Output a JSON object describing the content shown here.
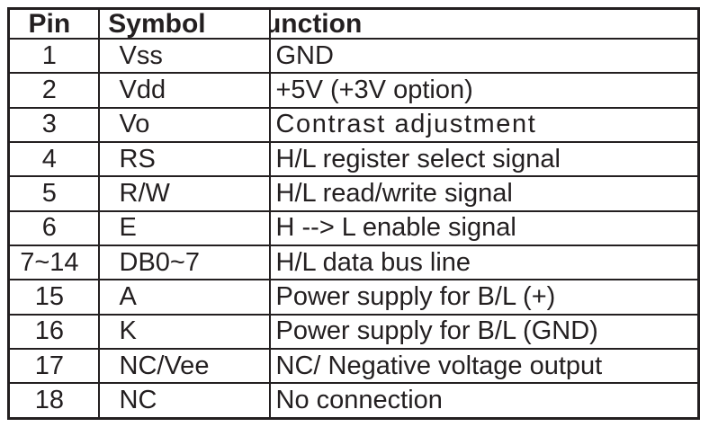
{
  "table": {
    "name": "lcd-module-pin-assignment",
    "headers": {
      "pin": "Pin",
      "symbol": "Symbol",
      "function": "Function"
    },
    "rows": [
      {
        "pin": "1",
        "symbol": "Vss",
        "function": "GND"
      },
      {
        "pin": "2",
        "symbol": "Vdd",
        "function": "+5V (+3V option)"
      },
      {
        "pin": "3",
        "symbol": "Vo",
        "function": "Contrast adjustment"
      },
      {
        "pin": "4",
        "symbol": "RS",
        "function": "H/L register select signal"
      },
      {
        "pin": "5",
        "symbol": "R/W",
        "function": "H/L read/write signal"
      },
      {
        "pin": "6",
        "symbol": "E",
        "function": "H --> L enable signal"
      },
      {
        "pin": "7~14",
        "symbol": "DB0~7",
        "function": "H/L data bus line"
      },
      {
        "pin": "15",
        "symbol": "A",
        "function": "Power supply for B/L (+)"
      },
      {
        "pin": "16",
        "symbol": "K",
        "function": "Power supply for B/L (GND)"
      },
      {
        "pin": "17",
        "symbol": "NC/Vee",
        "function": "NC/ Negative voltage output"
      },
      {
        "pin": "18",
        "symbol": "NC",
        "function": "No connection"
      }
    ],
    "colors": {
      "text": "#231f20",
      "border": "#231f20",
      "background": "#ffffff"
    }
  }
}
